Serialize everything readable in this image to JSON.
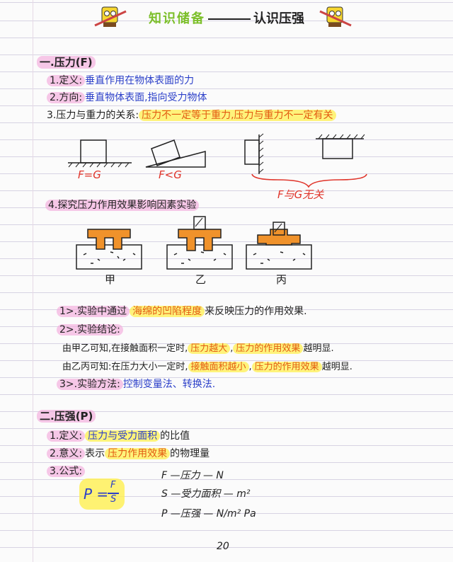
{
  "header": {
    "title_left": "知识储备",
    "title_right": "认识压强"
  },
  "section1": {
    "heading": "一.压力(F)",
    "def_label": "1.定义:",
    "def_text": "垂直作用在物体表面的力",
    "dir_label": "2.方向:",
    "dir_text": "垂直物体表面,指向受力物体",
    "rel_label": "3.压力与重力的关系:",
    "rel_text": "压力不一定等于重力,压力与重力不一定有关",
    "fig_labels": {
      "a": "F=G",
      "b": "F<G",
      "c": "F与G无关"
    },
    "exp_heading": "4.探究压力作用效果影响因素实验",
    "exp_labels": {
      "jia": "甲",
      "yi": "乙",
      "bing": "丙"
    },
    "p1_label": "1>.实验中通过",
    "p1_hl": "海绵的凹陷程度",
    "p1_rest": "来反映压力的作用效果.",
    "p2_label": "2>.实验结论:",
    "c1_a": "由甲乙可知,在接触面积一定时,",
    "c1_b": "压力越大",
    "c1_c": ",",
    "c1_d": "压力的作用效果",
    "c1_e": "越明显.",
    "c2_a": "由乙丙可知:在压力大小一定时,",
    "c2_b": "接触面积越小",
    "c2_c": ",",
    "c2_d": "压力的作用效果",
    "c2_e": "越明显.",
    "p3_label": "3>.实验方法:",
    "p3_text": "控制变量法、转换法."
  },
  "section2": {
    "heading": "二.压强(P)",
    "def_label": "1.定义:",
    "def_text": "压力与受力面积",
    "def_rest": "的比值",
    "mean_label": "2.意义:",
    "mean_a": "表示",
    "mean_hl": "压力作用效果",
    "mean_b": "的物理量",
    "formula_label": "3.公式:",
    "formula_lhs": "P =",
    "formula_num": "F",
    "formula_den": "S",
    "legend": [
      "F —压力 — N",
      "S —受力面积 — m²",
      "P —压强 — N/m²   Pa"
    ]
  },
  "page_number": "20",
  "colors": {
    "orange": "#f0922b",
    "blue": "#2b3fc9",
    "red": "#e0342a",
    "green": "#7cbf2a"
  }
}
